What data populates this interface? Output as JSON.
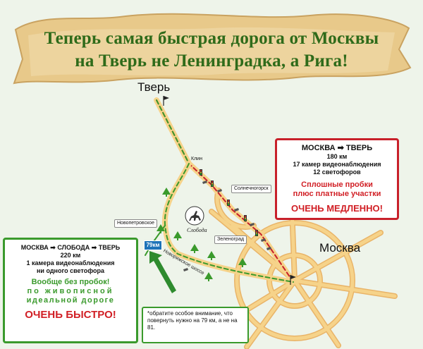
{
  "banner": {
    "line1": "Теперь самая быстрая дорога от Москвы",
    "line2": "на Тверь не Ленинградка, а Рига!"
  },
  "cities": {
    "tver": "Тверь",
    "moskva": "Москва"
  },
  "towns": {
    "klin": "Клин",
    "solnechnogorsk": "Солнечногорск",
    "zelenograd": "Зеленоград",
    "novopetrovskoe": "Новопетровское"
  },
  "roads": {
    "novorizhskoe": "Новорижское шоссе",
    "km_sign": "79км"
  },
  "sloboda": {
    "label": "Слобода"
  },
  "slow_box": {
    "route": "МОСКВА ➡ ТВЕРЬ",
    "distance": "180 км",
    "cameras": "17 камер видеонаблюдения",
    "lights": "12 светофоров",
    "warn1": "Сплошные пробки",
    "warn2": "плюс платные участки",
    "verdict": "ОЧЕНЬ МЕДЛЕННО!"
  },
  "fast_box": {
    "route": "МОСКВА ➡ СЛОБОДА ➡ ТВЕРЬ",
    "distance": "220 км",
    "cameras": "1 камера видеонаблюдения",
    "lights": "ни одного светофора",
    "good1": "Вообще без пробок!",
    "good2": "по живописной",
    "good3": "идеальной дороге",
    "verdict": "ОЧЕНЬ БЫСТРО!"
  },
  "note": {
    "text": "*обратите особое внимание, что повернуть нужно на 79 км, а не на 81."
  },
  "colors": {
    "banner_text": "#2f6b1a",
    "slow_route": "#c8202a",
    "fast_route": "#3a9a2c",
    "road_fill": "#f6d38a",
    "road_edge": "#e9b468"
  }
}
